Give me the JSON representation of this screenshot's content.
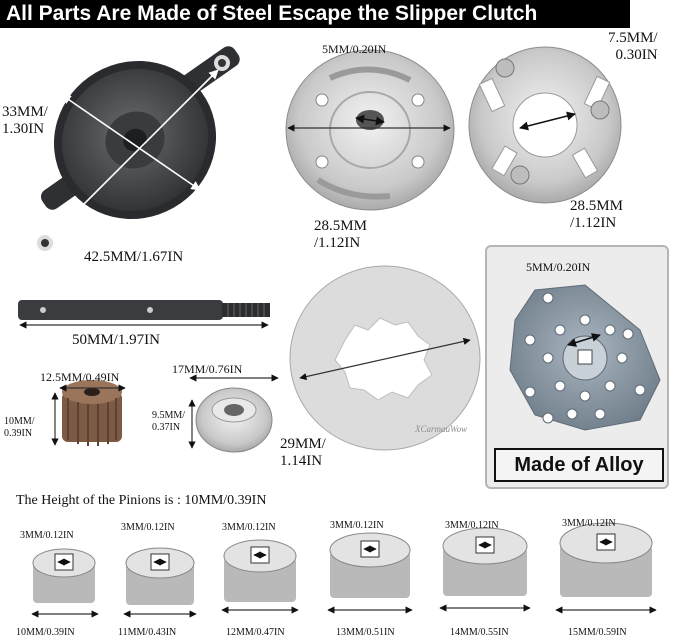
{
  "banner": {
    "title": "All Parts Are Made of Steel Escape the Slipper Clutch"
  },
  "gear_assembly": {
    "dim_left": "33MM/\n1.30IN",
    "dim_bottom": "42.5MM/1.67IN"
  },
  "hub": {
    "dim_inner": "5MM/0.20IN",
    "dim_outer": "28.5MM\n/1.12IN"
  },
  "carrier": {
    "dim_inner": "7.5MM/\n0.30IN",
    "dim_outer": "28.5MM\n/1.12IN"
  },
  "shaft": {
    "dim_length": "50MM/1.97IN"
  },
  "pinion_brown": {
    "dim_outer": "12.5MM/0.49IN",
    "dim_height": "10MM/\n0.39IN"
  },
  "pinion_silver": {
    "dim_outer": "17MM/0.76IN",
    "dim_height": "9.5MM/\n0.37IN"
  },
  "spacer_plate": {
    "dim_outer": "29MM/\n1.14IN"
  },
  "alloy_part": {
    "dim_inner": "5MM/0.20IN",
    "label": "Made of Alloy",
    "watermark": "XCarmauWow"
  },
  "pinions": {
    "heading": "The Height of the Pinions is : 10MM/0.39IN",
    "items": [
      {
        "bore": "3MM/0.12IN",
        "diameter": "10MM/0.39IN"
      },
      {
        "bore": "3MM/0.12IN",
        "diameter": "11MM/0.43IN"
      },
      {
        "bore": "3MM/0.12IN",
        "diameter": "12MM/0.47IN"
      },
      {
        "bore": "3MM/0.12IN",
        "diameter": "13MM/0.51IN"
      },
      {
        "bore": "3MM/0.12IN",
        "diameter": "14MM/0.55IN"
      },
      {
        "bore": "3MM/0.12IN",
        "diameter": "15MM/0.59IN"
      }
    ]
  },
  "colors": {
    "steel_dark": "#3b3c40",
    "steel_light": "#d8d8d8",
    "alloy_blue": "#8a98a6",
    "brown": "#7d5a44"
  }
}
